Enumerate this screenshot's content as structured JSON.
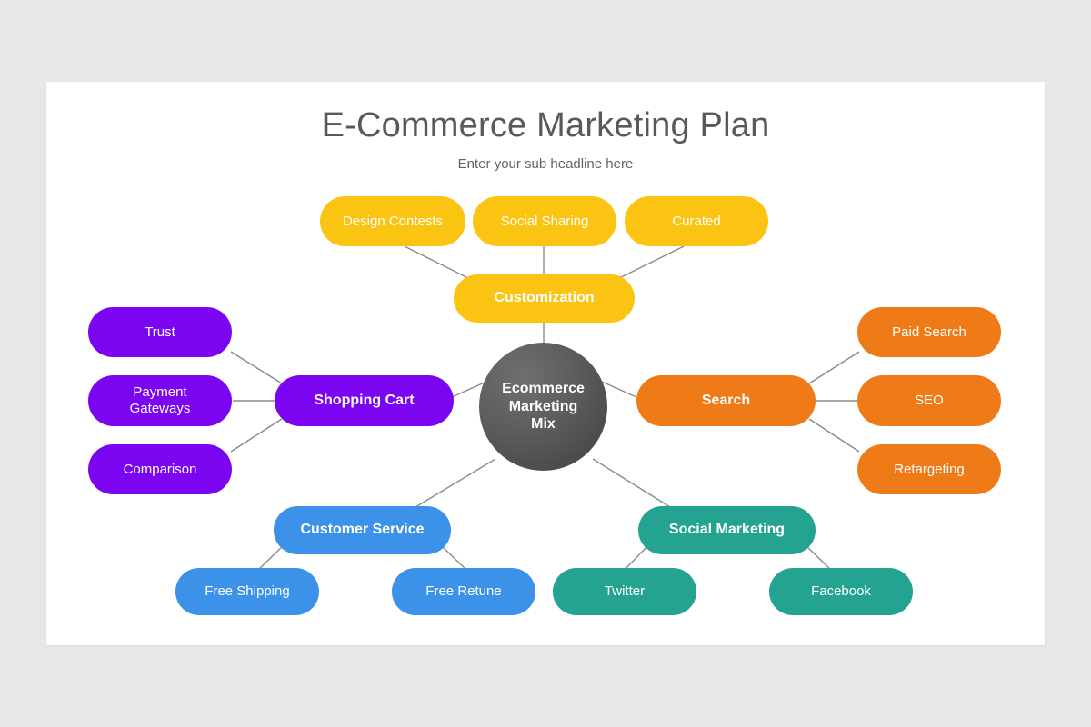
{
  "slide": {
    "title": "E-Commerce Marketing Plan",
    "subtitle": "Enter your sub headline here",
    "background_color": "#e8e7e9",
    "canvas_color": "#ffffff"
  },
  "hub": {
    "label": "Ecommerce\nMarketing\nMix",
    "color_start": "#6f6f6f",
    "color_end": "#3f3f3f"
  },
  "connector": {
    "color": "#8a8a8a",
    "width": 1.4
  },
  "branches": [
    {
      "id": "customization",
      "label": "Customization",
      "color": "#fbc412",
      "position": "top",
      "leaves": [
        {
          "label": "Design Contests"
        },
        {
          "label": "Social Sharing"
        },
        {
          "label": "Curated"
        }
      ]
    },
    {
      "id": "shopping-cart",
      "label": "Shopping  Cart",
      "color": "#7b05f0",
      "position": "left",
      "leaves": [
        {
          "label": "Trust"
        },
        {
          "label": "Payment\nGateways"
        },
        {
          "label": "Comparison"
        }
      ]
    },
    {
      "id": "search",
      "label": "Search",
      "color": "#ef7a18",
      "position": "right",
      "leaves": [
        {
          "label": "Paid Search"
        },
        {
          "label": "SEO"
        },
        {
          "label": "Retargeting"
        }
      ]
    },
    {
      "id": "customer-service",
      "label": "Customer  Service",
      "color": "#3c92e8",
      "position": "bottom-left",
      "leaves": [
        {
          "label": "Free Shipping"
        },
        {
          "label": "Free Retune"
        }
      ]
    },
    {
      "id": "social-marketing",
      "label": "Social Marketing",
      "color": "#24a391",
      "position": "bottom-right",
      "leaves": [
        {
          "label": "Twitter"
        },
        {
          "label": "Facebook"
        }
      ]
    }
  ]
}
